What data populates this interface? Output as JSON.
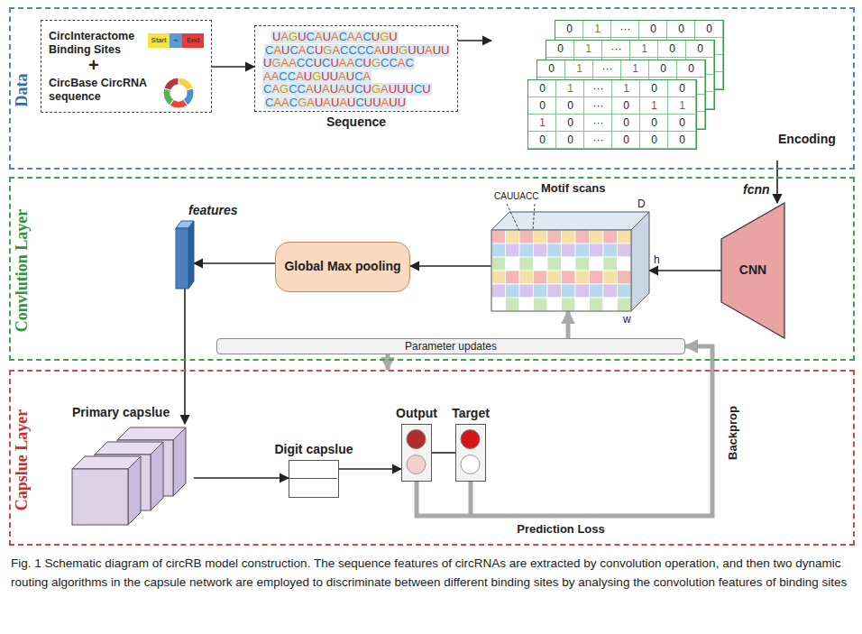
{
  "diagram": {
    "caption": "Fig. 1 Schematic diagram of circRB model construction. The sequence features of circRNAs are extracted by convolution operation, and then two dynamic routing algorithms in the capsule network are employed to discriminate between different binding sites by analysing the convolution features of binding sites",
    "nodes": [
      {
        "text": [
          "Data"
        ]
      },
      {
        "text": [
          "CircInteractome Binding Sites",
          "CircBase CircRNA sequence"
        ],
        "in": 0
      },
      {
        "text": [
          "UAGUCAUACAACUGU",
          "CAUCACUGACCCCAUUGUUAUU",
          "UGAACCUCUAACUGCCAC",
          "AACCAUGUUAUCA",
          "CAGCCAUAUAUCUGAUUUCU",
          "CAACGAUAUAUCUUAUU",
          "Sequence"
        ],
        "in": 0
      },
      {
        "text": [
          "Encoding"
        ],
        "in": 0
      },
      {
        "text": [
          "Convlution Layer"
        ]
      },
      {
        "text": [
          "CNN"
        ],
        "in": 4
      },
      {
        "text": [
          "Motif scans"
        ],
        "in": 4
      },
      {
        "text": [
          "Global Max pooling"
        ],
        "in": 4
      },
      {
        "text": [
          "features"
        ],
        "in": 4
      },
      {
        "text": [
          "Parameter updates"
        ]
      },
      {
        "text": [
          "Capslue Layer"
        ]
      },
      {
        "text": [
          "Primary capslue"
        ],
        "in": 10
      },
      {
        "text": [
          "Digit capslue"
        ],
        "in": 10
      },
      {
        "text": [
          "Output"
        ],
        "in": 10
      },
      {
        "text": [
          "Target"
        ],
        "in": 10
      }
    ],
    "edges": [
      {
        "from": 1,
        "to": 2,
        "arrow": "to"
      },
      {
        "from": 2,
        "to": 3,
        "arrow": "to"
      },
      {
        "from": 3,
        "to": 5,
        "arrow": "to"
      },
      {
        "from": 5,
        "to": 6,
        "arrow": "to"
      },
      {
        "from": 6,
        "to": 7,
        "arrow": "to"
      },
      {
        "from": 7,
        "to": 8,
        "arrow": "to"
      },
      {
        "from": 8,
        "to": 11,
        "arrow": "to"
      },
      {
        "from": 11,
        "to": 12,
        "arrow": "to"
      },
      {
        "from": 12,
        "to": 13,
        "arrow": "to"
      },
      {
        "from": 13,
        "to": 14,
        "arrow": "none"
      },
      {
        "from": 13,
        "to": 9,
        "arrow": "to",
        "label": "Prediction Loss"
      },
      {
        "from": 9,
        "to": 6,
        "arrow": "to"
      },
      {
        "from": 9,
        "to": 10,
        "arrow": "to"
      }
    ],
    "labels": [
      "0",
      "1",
      "···",
      "0",
      "0",
      "0",
      "0",
      "1",
      "···",
      "1",
      "0",
      "0",
      "0",
      "1",
      "···",
      "1",
      "0",
      "0",
      "0",
      "1",
      "···",
      "1",
      "0",
      "0",
      "0",
      "0",
      "···",
      "0",
      "1",
      "1",
      "1",
      "0",
      "···",
      "0",
      "0",
      "0",
      "0",
      "0",
      "···",
      "0",
      "0",
      "0",
      "Start",
      "~",
      "End",
      "+",
      "CAUUACC",
      "D",
      "h",
      "w",
      "fcnn",
      "Backprop"
    ]
  }
}
